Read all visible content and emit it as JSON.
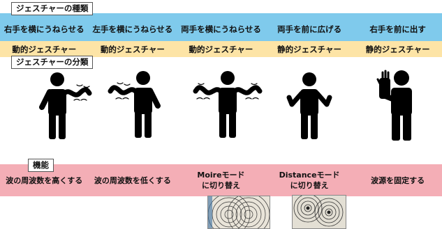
{
  "labels": {
    "kind": "ジェスチャーの種類",
    "classification": "ジェスチャーの分類",
    "function": "機能"
  },
  "gestures": [
    {
      "description": "右手を横にうねらせる",
      "type": "動的ジェスチャー",
      "function_lines": [
        "波の周波数を高くする"
      ]
    },
    {
      "description": "左手を横にうねらせる",
      "type": "動的ジェスチャー",
      "function_lines": [
        "波の周波数を低くする"
      ]
    },
    {
      "description": "両手を横にうねらせる",
      "type": "動的ジェスチャー",
      "function_lines": [
        "Moireモード",
        "に切り替え"
      ]
    },
    {
      "description": "両手を前に広げる",
      "type": "静的ジェスチャー",
      "function_lines": [
        "Distanceモード",
        "に切り替え"
      ]
    },
    {
      "description": "右手を前に出す",
      "type": "静的ジェスチャー",
      "function_lines": [
        "波源を固定する"
      ]
    }
  ],
  "colors": {
    "kind_band": "#7fcaec",
    "classification_band": "#fde4a6",
    "function_band": "#f4aeb6"
  },
  "icons": [
    "person-right-arm-wave-icon",
    "person-left-arm-wave-icon",
    "person-both-arms-wave-icon",
    "person-arms-spread-icon",
    "person-palm-forward-icon"
  ]
}
